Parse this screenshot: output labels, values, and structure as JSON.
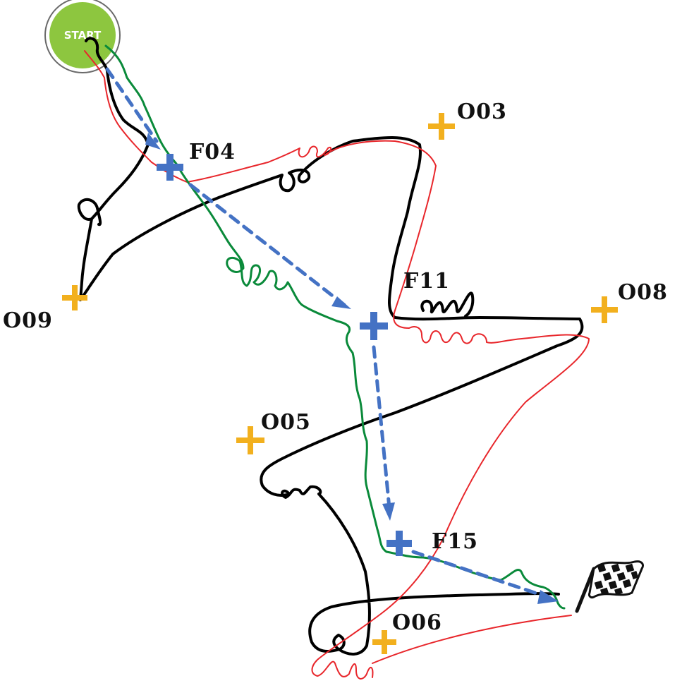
{
  "start": {
    "label": "START",
    "fill_color": "#8dc63f",
    "ring_color": "#6a6a6a"
  },
  "finish": {
    "icon": "checkered-flag-icon"
  },
  "paths": [
    {
      "name": "black",
      "color": "#000000"
    },
    {
      "name": "red",
      "color": "#e8262b"
    },
    {
      "name": "green",
      "color": "#0a8a3a"
    },
    {
      "name": "dashed-route",
      "color": "#4472c4"
    }
  ],
  "feeders": {
    "color": "#4472c4",
    "items": [
      {
        "id": "f04",
        "label": "F04"
      },
      {
        "id": "fmid",
        "label": ""
      },
      {
        "id": "f11",
        "label": "F11"
      },
      {
        "id": "f15",
        "label": "F15"
      }
    ]
  },
  "obstacles": {
    "color": "#f2b01e",
    "items": [
      {
        "id": "o03",
        "label": "O03"
      },
      {
        "id": "o05",
        "label": "O05"
      },
      {
        "id": "o06",
        "label": "O06"
      },
      {
        "id": "o08",
        "label": "O08"
      },
      {
        "id": "o09",
        "label": "O09"
      }
    ]
  }
}
